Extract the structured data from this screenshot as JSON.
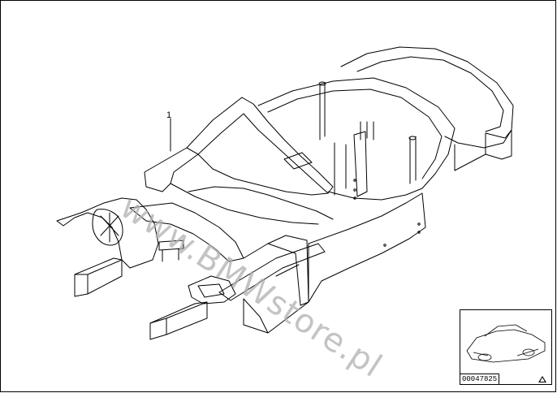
{
  "diagram": {
    "callout_number": "1",
    "watermark": "www.BMWstore.pl",
    "part_number": "00047825"
  }
}
